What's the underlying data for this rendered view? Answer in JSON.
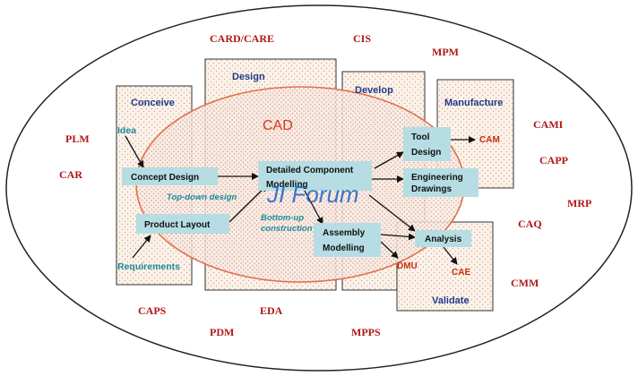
{
  "outer_labels": {
    "card_care": "CARD/CARE",
    "cis": "CIS",
    "mpm": "MPM",
    "plm": "PLM",
    "car": "CAR",
    "cami": "CAMI",
    "capp": "CAPP",
    "mrp": "MRP",
    "caq": "CAQ",
    "cmm": "CMM",
    "caps": "CAPS",
    "pdm": "PDM",
    "eda": "EDA",
    "mpps": "MPPS"
  },
  "panels": {
    "conceive": "Conceive",
    "design": "Design",
    "develop": "Develop",
    "manufacture": "Manufacture",
    "validate": "Validate"
  },
  "cad_label": "CAD",
  "nodes": {
    "concept_design": "Concept Design",
    "product_layout": "Product Layout",
    "detailed_component_line1": "Detailed Component",
    "detailed_component_line2": "Modelling",
    "assembly_line1": "Assembly",
    "assembly_line2": "Modelling",
    "tool_design_line1": "Tool",
    "tool_design_line2": "Design",
    "engineering_line1": "Engineering",
    "engineering_line2": "Drawings",
    "analysis": "Analysis"
  },
  "annotations": {
    "idea": "Idea",
    "requirements": "Requirements",
    "top_down": "Top-down design",
    "bottom_up_line1": "Bottom-up",
    "bottom_up_line2": "construction",
    "cam": "CAM",
    "cae": "CAE",
    "dmu": "DMU"
  },
  "watermark": "JI Forum",
  "colors": {
    "outer_label": "#b01818",
    "panel_title": "#1f3a8c",
    "cad": "#d23a1a",
    "ellipse_stroke": "#e0704a",
    "node_fill": "#b5dde3",
    "annotation_teal": "#1a8c9a",
    "dmu_cae_cam": "#cc2a10",
    "watermark": "#1a63c8"
  }
}
